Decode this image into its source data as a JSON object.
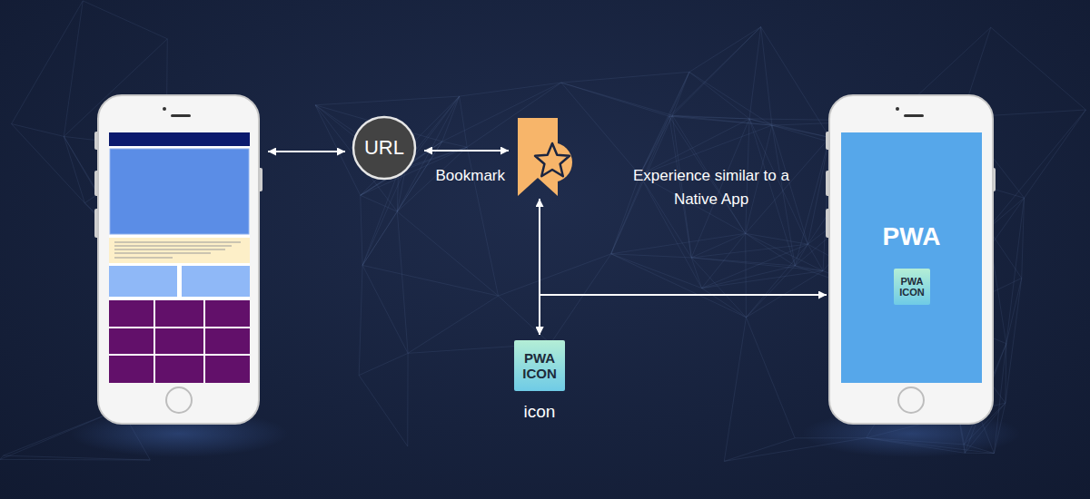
{
  "diagram": {
    "nodes": [
      {
        "text": [
          "URL"
        ]
      },
      {
        "text": [
          "Bookmark"
        ]
      },
      {
        "text": [
          "PWA ICON",
          "icon"
        ]
      },
      {
        "text": [
          "PWA"
        ]
      },
      {
        "text": [
          "PWA ICON"
        ],
        "in": 3
      }
    ],
    "edges": [
      {
        "from": 0,
        "to": 1,
        "arrow": "both"
      },
      {
        "from": 1,
        "to": 2,
        "arrow": "both"
      },
      {
        "from": 2,
        "to": 3,
        "arrow": "both"
      }
    ],
    "labels": [
      "Experience similar to a Native App"
    ]
  }
}
